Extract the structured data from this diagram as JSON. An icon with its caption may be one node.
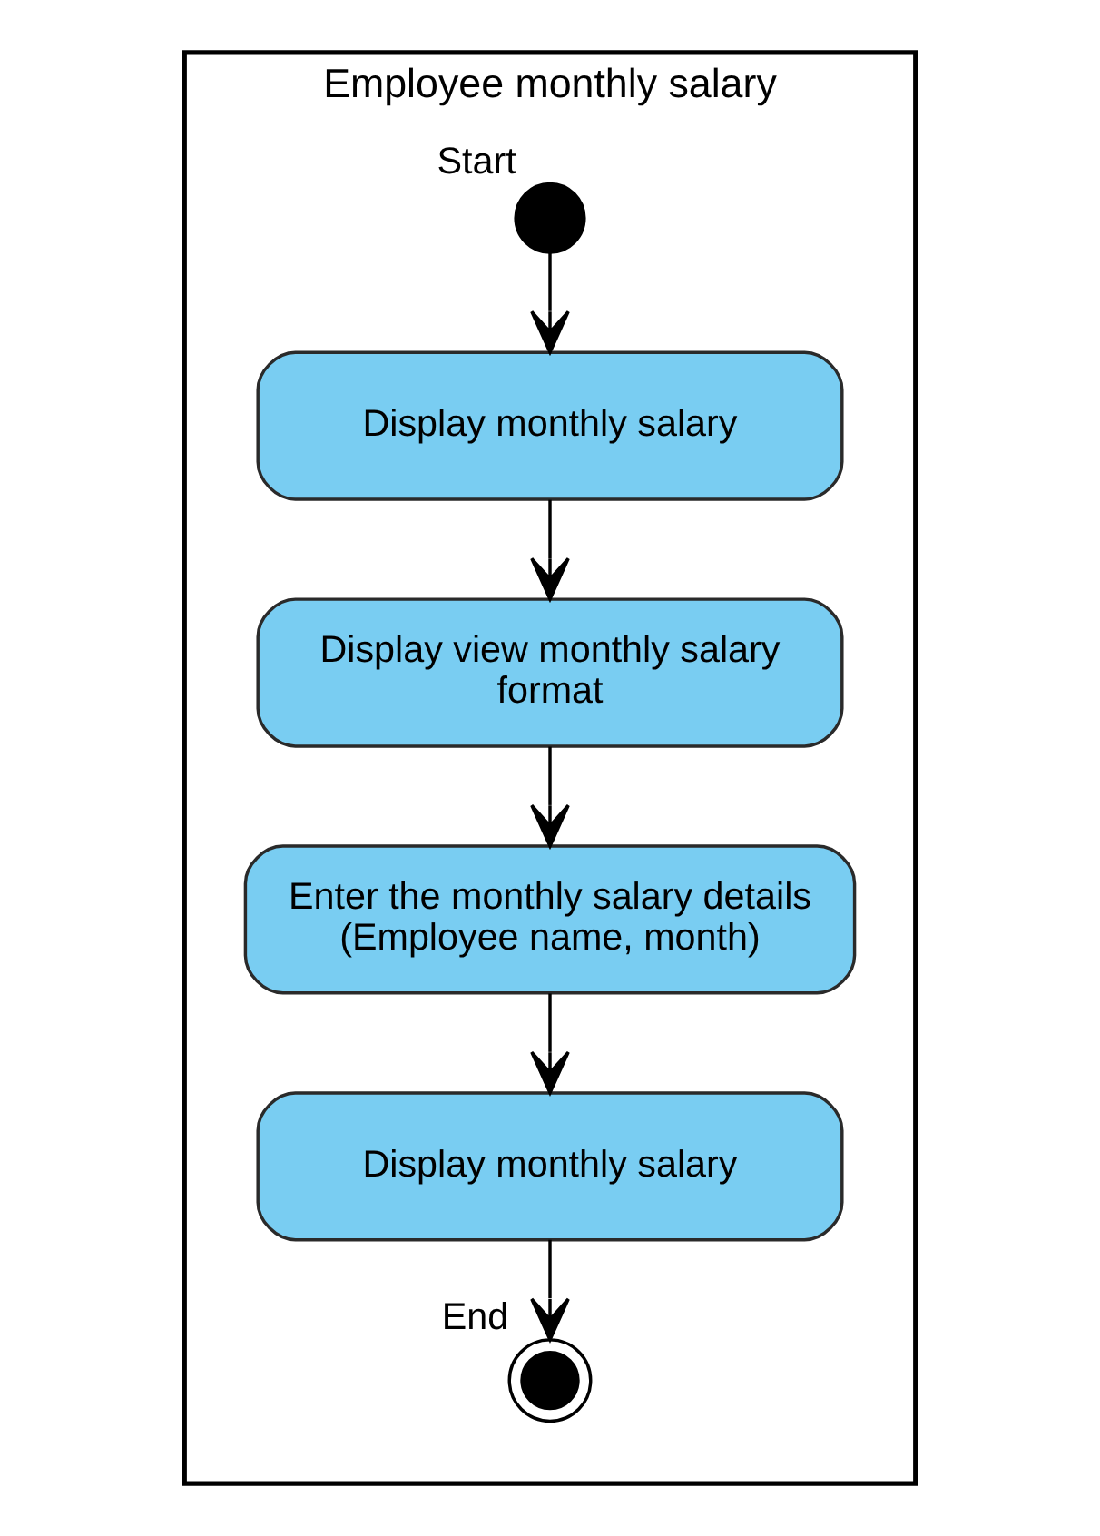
{
  "diagram": {
    "nodes": [
      {
        "text": [
          "Employee monthly salary"
        ]
      },
      {
        "text": [],
        "shape": "circle",
        "beside": [
          "Start"
        ],
        "in": 0
      },
      {
        "text": [
          "Display monthly salary"
        ],
        "in": 0
      },
      {
        "text": [
          "Display view monthly salary format"
        ],
        "in": 0
      },
      {
        "text": [
          "Enter the monthly salary details (Employee name, month)"
        ],
        "in": 0
      },
      {
        "text": [
          "Display monthly salary"
        ],
        "in": 0
      },
      {
        "text": [],
        "shape": "circle",
        "beside": [
          "End"
        ],
        "in": 0
      }
    ],
    "edges": [
      {
        "from": 1,
        "to": 2,
        "arrow": "to"
      },
      {
        "from": 2,
        "to": 3,
        "arrow": "to"
      },
      {
        "from": 3,
        "to": 4,
        "arrow": "to"
      },
      {
        "from": 4,
        "to": 5,
        "arrow": "to"
      },
      {
        "from": 5,
        "to": 6,
        "arrow": "to"
      }
    ]
  }
}
